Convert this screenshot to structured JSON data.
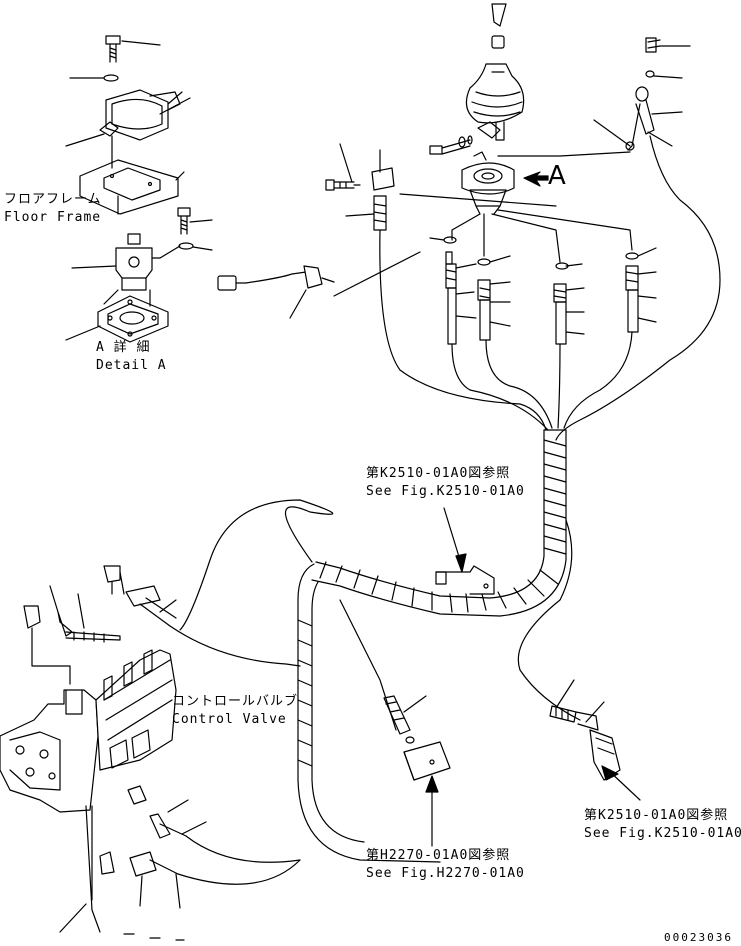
{
  "labels": {
    "floor_frame_ja": "フロアフレーム",
    "floor_frame_en": "Floor Frame",
    "detail_a_ja": "A 詳 細",
    "detail_a_en": "Detail A",
    "view_letter": "A",
    "ref_k2510_top_ja": "第K2510-01A0図参照",
    "ref_k2510_top_en": "See Fig.K2510-01A0",
    "control_valve_ja": "コントロールバルブ",
    "control_valve_en": "Control Valve",
    "ref_h2270_ja": "第H2270-01A0図参照",
    "ref_h2270_en": "See Fig.H2270-01A0",
    "ref_k2510_bottom_ja": "第K2510-01A0図参照",
    "ref_k2510_bottom_en": "See Fig.K2510-01A0",
    "drawing_number": "00023036"
  },
  "colors": {
    "line": "#000000",
    "background": "#ffffff"
  }
}
